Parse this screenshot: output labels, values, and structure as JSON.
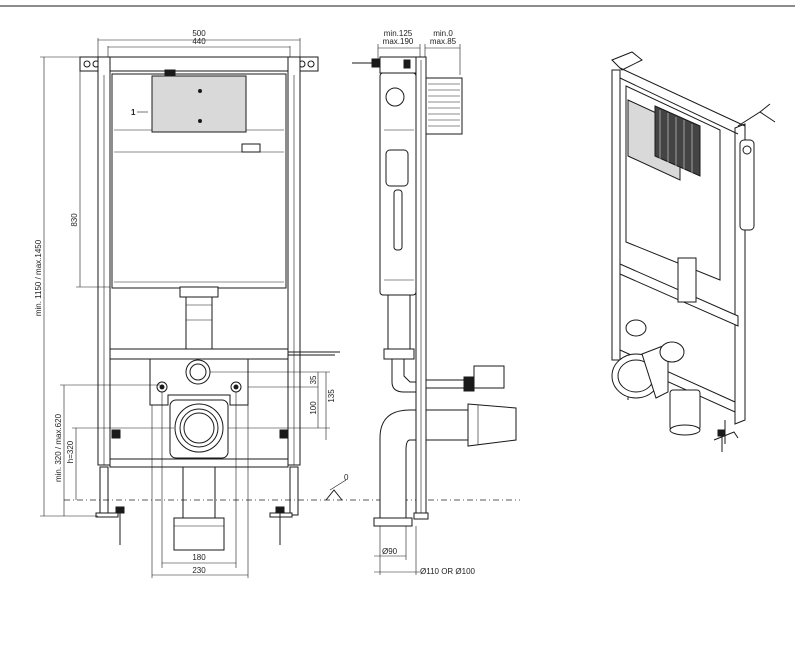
{
  "front_view": {
    "width_outer": "500",
    "width_inner": "440",
    "height_total": "min. 1150 / max.1450",
    "height_tank": "830",
    "height_bottom": "min. 320 / max.620",
    "h_value": "h=320",
    "spacing_35": "35",
    "spacing_100": "100",
    "spacing_135": "135",
    "width_180": "180",
    "width_230": "230",
    "badge": "1"
  },
  "side_view": {
    "depth_min_max": "min.125 max.190",
    "depth_min_label": "min.125",
    "depth_max_label": "max.190",
    "offset_min_label": "min.0",
    "offset_max_label": "max.85",
    "floor_level": "0",
    "diameter_90": "Ø90",
    "diameter_110_100": "Ø110 OR Ø100"
  },
  "perspective_view": {
    "description_icon": "installation-frame-3d"
  },
  "colors": {
    "line": "#1a1a1a",
    "panel": "#d9d9d9",
    "background": "#ffffff"
  }
}
